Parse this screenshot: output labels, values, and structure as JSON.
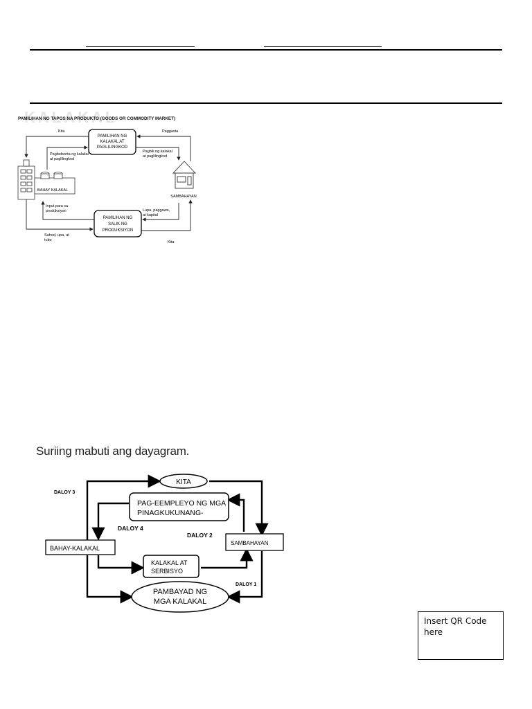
{
  "diagram1": {
    "watermark": "KALAKAL",
    "title": "PAMILIHAN NG TAPOS NA PRODUKTO (GOODS OR COMMODITY MARKET)",
    "top_market": [
      "PAMILIHAN NG",
      "KALAKAL AT",
      "PAGLILINGKOD"
    ],
    "bottom_market": [
      "PAMILIHAN NG",
      "SALIK NG",
      "PRODUKSIYON"
    ],
    "kita_top": "Kita",
    "paggasta": "Paggasta",
    "pagbebenta": [
      "Pagbebenta ng kalakal",
      "at paglilingkod"
    ],
    "pagbili": [
      "Pagbili ng kalakal",
      "at paglilingkod"
    ],
    "bahay_kalakal": "BAHAY KALAKAL",
    "sambahayan": "SAMBAHAYAN",
    "input": [
      "Input para sa",
      "produksiyon"
    ],
    "lupa": [
      "Lupa, paggawa,",
      "at kapital"
    ],
    "sahod": [
      "Sahod, upa, at",
      "tubo"
    ],
    "kita_bottom": "Kita"
  },
  "instruction": "Suriing mabuti ang dayagram.",
  "diagram2": {
    "kita": "KITA",
    "pag_eempleyo": [
      "PAG-EEMPLEYO NG MGA",
      "PINAGKUKUNANG-"
    ],
    "daloy3": "DALOY 3",
    "daloy4": "DALOY 4",
    "daloy2": "DALOY 2",
    "daloy1": "DALOY 1",
    "bahay_kalakal": "BAHAY-KALAKAL",
    "sambahayan": "SAMBAHAYAN",
    "kalakal_serbisyo": [
      "KALAKAL AT",
      "SERBISYO"
    ],
    "pambayad": [
      "PAMBAYAD NG",
      "MGA KALAKAL"
    ]
  },
  "qr_placeholder": "Insert QR Code here"
}
